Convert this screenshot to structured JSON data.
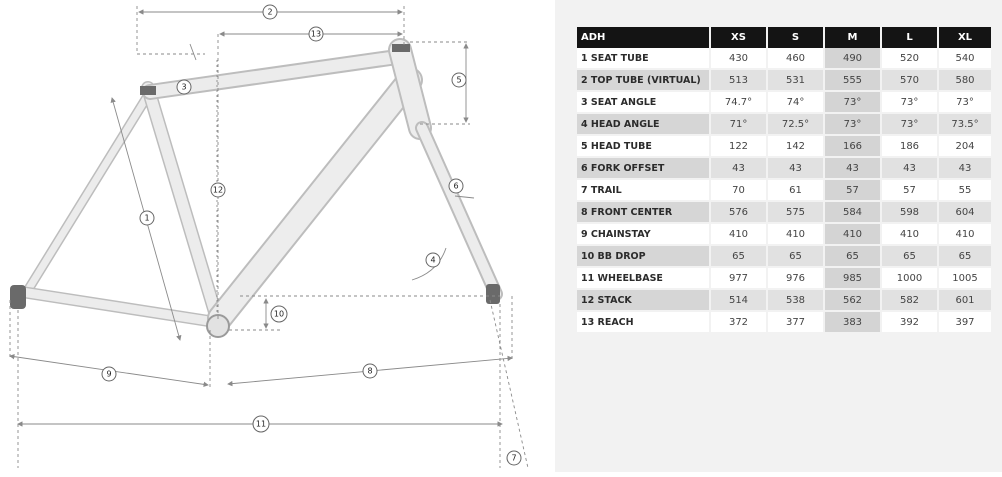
{
  "table": {
    "header": [
      "ADH",
      "XS",
      "S",
      "M",
      "L",
      "XL"
    ],
    "rows": [
      {
        "label": "1 SEAT TUBE",
        "values": [
          "430",
          "460",
          "490",
          "520",
          "540"
        ]
      },
      {
        "label": "2 TOP TUBE (VIRTUAL)",
        "values": [
          "513",
          "531",
          "555",
          "570",
          "580"
        ]
      },
      {
        "label": "3 SEAT ANGLE",
        "values": [
          "74.7°",
          "74°",
          "73°",
          "73°",
          "73°"
        ]
      },
      {
        "label": "4 HEAD ANGLE",
        "values": [
          "71°",
          "72.5°",
          "73°",
          "73°",
          "73.5°"
        ]
      },
      {
        "label": "5 HEAD TUBE",
        "values": [
          "122",
          "142",
          "166",
          "186",
          "204"
        ]
      },
      {
        "label": "6 FORK OFFSET",
        "values": [
          "43",
          "43",
          "43",
          "43",
          "43"
        ]
      },
      {
        "label": "7 TRAIL",
        "values": [
          "70",
          "61",
          "57",
          "57",
          "55"
        ]
      },
      {
        "label": "8 FRONT CENTER",
        "values": [
          "576",
          "575",
          "584",
          "598",
          "604"
        ]
      },
      {
        "label": "9 CHAINSTAY",
        "values": [
          "410",
          "410",
          "410",
          "410",
          "410"
        ]
      },
      {
        "label": "10 BB DROP",
        "values": [
          "65",
          "65",
          "65",
          "65",
          "65"
        ]
      },
      {
        "label": "11 WHEELBASE",
        "values": [
          "977",
          "976",
          "985",
          "1000",
          "1005"
        ]
      },
      {
        "label": "12 STACK",
        "values": [
          "514",
          "538",
          "562",
          "582",
          "601"
        ]
      },
      {
        "label": "13 REACH",
        "values": [
          "372",
          "377",
          "383",
          "392",
          "397"
        ]
      }
    ]
  },
  "diagram": {
    "callouts": [
      "1",
      "2",
      "3",
      "4",
      "5",
      "6",
      "7",
      "8",
      "9",
      "10",
      "11",
      "12",
      "13"
    ]
  },
  "colors": {
    "frame": "#e8e8e8",
    "frame_edge": "#bdbdbd",
    "dimension_line": "#8a8a8a",
    "table_header": "#141414"
  }
}
